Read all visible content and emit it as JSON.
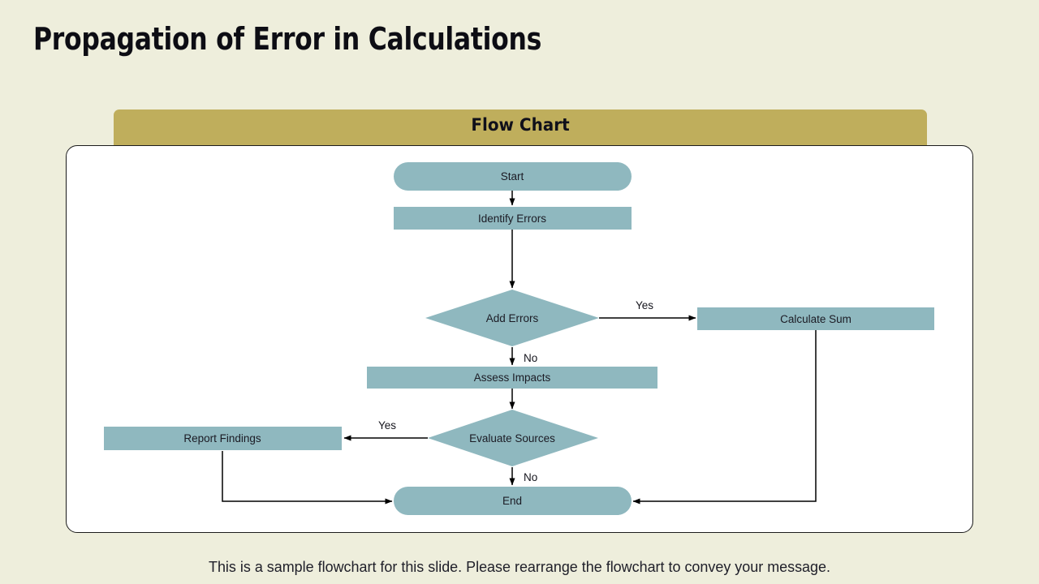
{
  "slide": {
    "title": "Propagation of Error in Calculations",
    "background_color": "#eeeedc",
    "caption": "This is a sample flowchart for this slide. Please rearrange the flowchart to convey your message."
  },
  "card": {
    "header_label": "Flow Chart",
    "header_color": "#bfae5c",
    "panel_color": "#ffffff",
    "border_color": "#1c1c1c"
  },
  "flowchart": {
    "shape_fill": "#8fb8bf",
    "line_color": "#000000",
    "nodes": [
      {
        "id": "start",
        "label": "Start",
        "shape": "terminator"
      },
      {
        "id": "identify-errors",
        "label": "Identify Errors",
        "shape": "process"
      },
      {
        "id": "add-errors",
        "label": "Add Errors",
        "shape": "decision"
      },
      {
        "id": "calculate-sum",
        "label": "Calculate Sum",
        "shape": "process"
      },
      {
        "id": "assess-impacts",
        "label": "Assess Impacts",
        "shape": "process"
      },
      {
        "id": "evaluate-sources",
        "label": "Evaluate Sources",
        "shape": "decision"
      },
      {
        "id": "report-findings",
        "label": "Report Findings",
        "shape": "process"
      },
      {
        "id": "end",
        "label": "End",
        "shape": "terminator"
      }
    ],
    "edge_labels": {
      "add_errors_yes": "Yes",
      "add_errors_no": "No",
      "evaluate_sources_yes": "Yes",
      "evaluate_sources_no": "No"
    }
  }
}
